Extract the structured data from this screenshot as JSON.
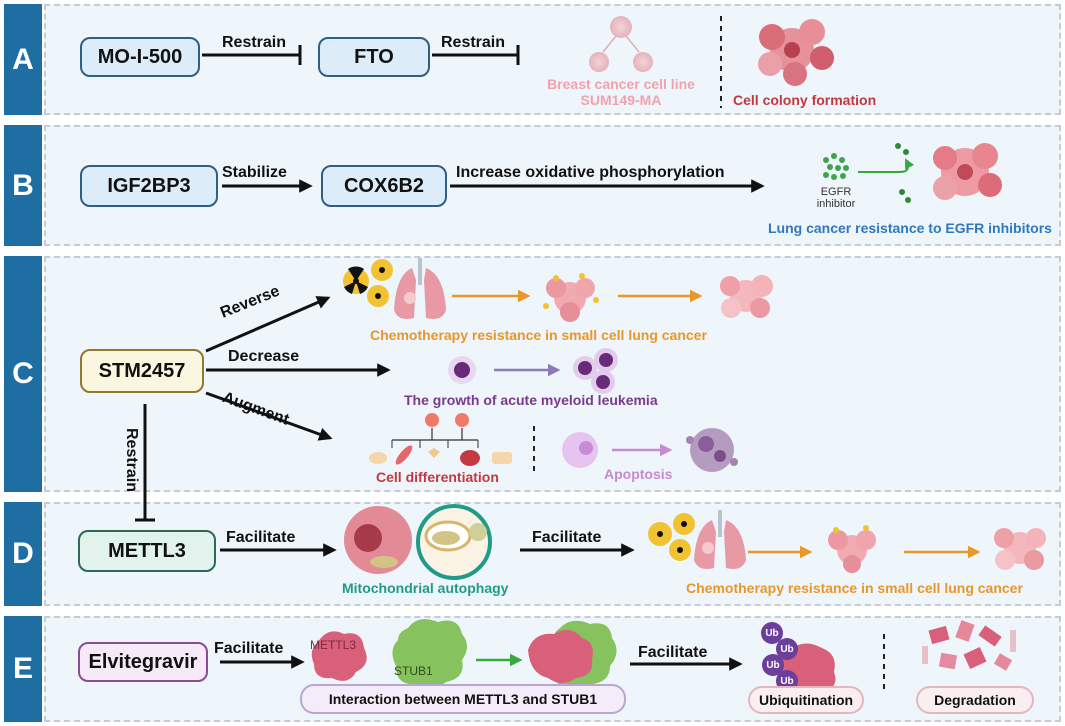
{
  "panels": [
    {
      "letter": "A"
    },
    {
      "letter": "B"
    },
    {
      "letter": "C"
    },
    {
      "letter": "D"
    },
    {
      "letter": "E"
    }
  ],
  "a": {
    "node1": "MO-I-500",
    "node2": "FTO",
    "edge1": "Restrain",
    "edge2": "Restrain",
    "cap_cell_line_1": "Breast cancer cell line",
    "cap_cell_line_2": "SUM149-MA",
    "cap_colony": "Cell colony formation"
  },
  "b": {
    "node1": "IGF2BP3",
    "node2": "COX6B2",
    "edge1": "Stabilize",
    "edge2": "Increase oxidative phosphorylation",
    "egfr_1": "EGFR",
    "egfr_2": "inhibitor",
    "cap": "Lung cancer resistance to EGFR inhibitors"
  },
  "c": {
    "node": "STM2457",
    "edge_reverse": "Reverse",
    "edge_decrease": "Decrease",
    "edge_augment": "Augment",
    "edge_restrain": "Restrain",
    "cap_chemo": "Chemotherapy resistance in small cell lung cancer",
    "cap_aml": "The growth of acute myeloid leukemia",
    "cap_diff": "Cell differentiation",
    "cap_apoptosis": "Apoptosis"
  },
  "d": {
    "node": "METTL3",
    "edge1": "Facilitate",
    "edge2": "Facilitate",
    "cap_mito": "Mitochondrial autophagy",
    "cap_chemo": "Chemotherapy resistance in small cell lung cancer"
  },
  "e": {
    "node": "Elvitegravir",
    "edge1": "Facilitate",
    "edge2": "Facilitate",
    "protein1": "METTL3",
    "protein2": "STUB1",
    "interaction": "Interaction between METTL3 and STUB1",
    "ub": "Ub",
    "ubiquitination": "Ubiquitination",
    "degradation": "Degradation"
  },
  "colors": {
    "label_bg": "#1f6ea3",
    "panel_bg": "#eef5fb",
    "orange": "#e8972a",
    "purple_text": "#7b3a8c",
    "red_text": "#c0393e",
    "teal_text": "#1f9b88",
    "blue_text": "#2f78c0",
    "pink_text": "#f0a3ad",
    "apoptosis_text": "#c78bd0"
  }
}
